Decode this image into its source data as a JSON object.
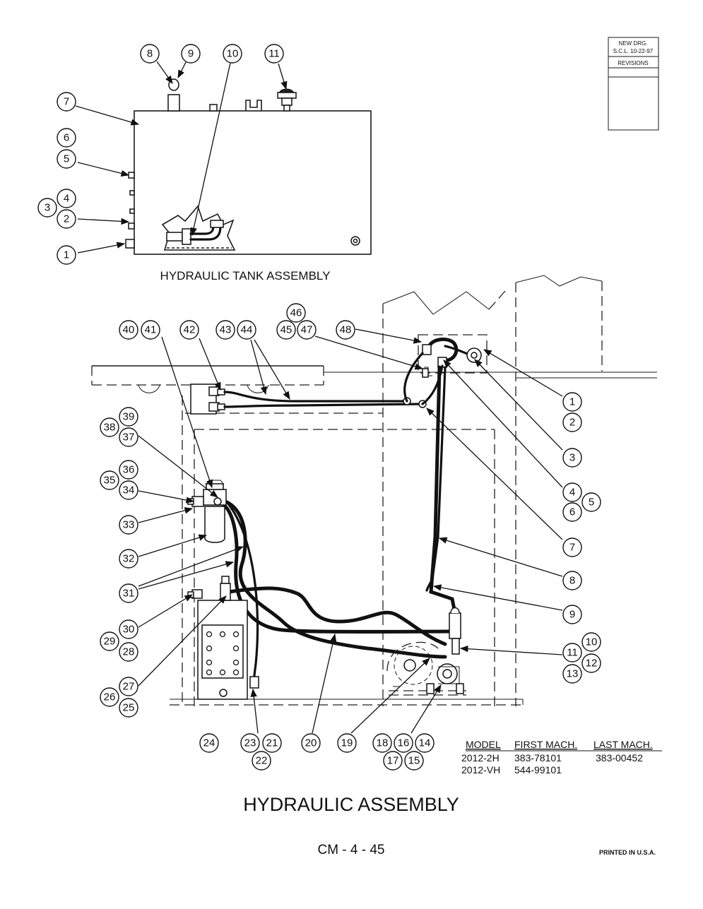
{
  "titles": {
    "tank": "HYDRAULIC TANK ASSEMBLY",
    "main": "HYDRAULIC ASSEMBLY",
    "page_number": "CM - 4 - 45",
    "printed": "PRINTED IN U.S.A."
  },
  "revision_box": {
    "line1": "NEW DRG.",
    "line2": "S.C.L. 10-22-97",
    "header": "REVISIONS"
  },
  "model_table": {
    "headers": [
      "MODEL",
      "FIRST MACH.",
      "LAST MACH."
    ],
    "rows": [
      [
        "2012-2H",
        "383-78101",
        "383-00452"
      ],
      [
        "2012-VH",
        "544-99101",
        ""
      ]
    ]
  },
  "tank_callouts": [
    "1",
    "2",
    "3",
    "4",
    "5",
    "6",
    "7",
    "8",
    "9",
    "10",
    "11"
  ],
  "assembly_callouts": [
    "1",
    "2",
    "3",
    "4",
    "5",
    "6",
    "7",
    "8",
    "9",
    "10",
    "11",
    "12",
    "13",
    "14",
    "15",
    "16",
    "17",
    "18",
    "19",
    "20",
    "21",
    "22",
    "23",
    "24",
    "25",
    "26",
    "27",
    "28",
    "29",
    "30",
    "31",
    "32",
    "33",
    "34",
    "35",
    "36",
    "37",
    "38",
    "39",
    "40",
    "41",
    "42",
    "43",
    "44",
    "45",
    "46",
    "47",
    "48"
  ]
}
